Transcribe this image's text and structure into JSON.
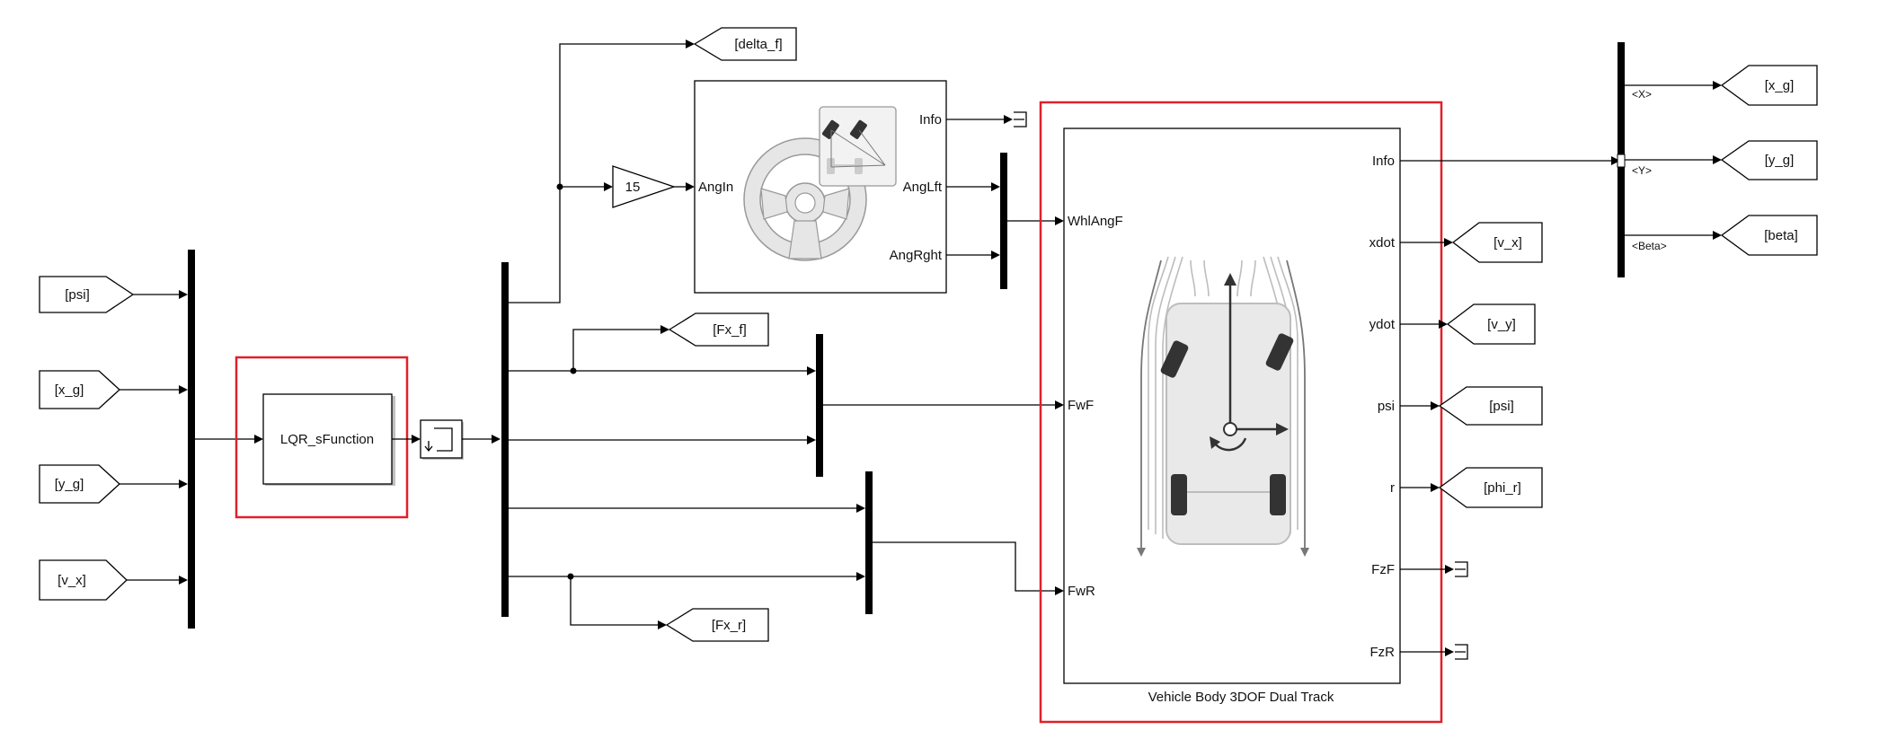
{
  "tags": {
    "delta_f": "[delta_f]",
    "psi_from": "[psi]",
    "x_g_from": "[x_g]",
    "y_g_from": "[y_g]",
    "v_x_from": "[v_x]",
    "fx_f": "[Fx_f]",
    "fx_r": "[Fx_r]",
    "x_g_goto": "[x_g]",
    "y_g_goto": "[y_g]",
    "beta_goto": "[beta]",
    "v_x_goto": "[v_x]",
    "v_y_goto": "[v_y]",
    "psi_goto": "[psi]",
    "phi_r_goto": "[phi_r]"
  },
  "blocks": {
    "lqr": "LQR_sFunction",
    "gain": "15",
    "vehicle_title": "Vehicle Body 3DOF Dual Track"
  },
  "steering_ports": {
    "in": "AngIn",
    "info": "Info",
    "left": "AngLft",
    "right": "AngRght"
  },
  "vehicle_ports": {
    "in_whl": "WhlAngF",
    "in_fwf": "FwF",
    "in_fwr": "FwR",
    "out_info": "Info",
    "out_xdot": "xdot",
    "out_ydot": "ydot",
    "out_psi": "psi",
    "out_r": "r",
    "out_fzf": "FzF",
    "out_fzr": "FzR"
  },
  "bus_selector": {
    "x": "<X>",
    "y": "<Y>",
    "beta": "<Beta>"
  },
  "colors": {
    "highlight": "#e0202a",
    "wire": "#000000",
    "icon_gray": "#bdbdbd"
  }
}
